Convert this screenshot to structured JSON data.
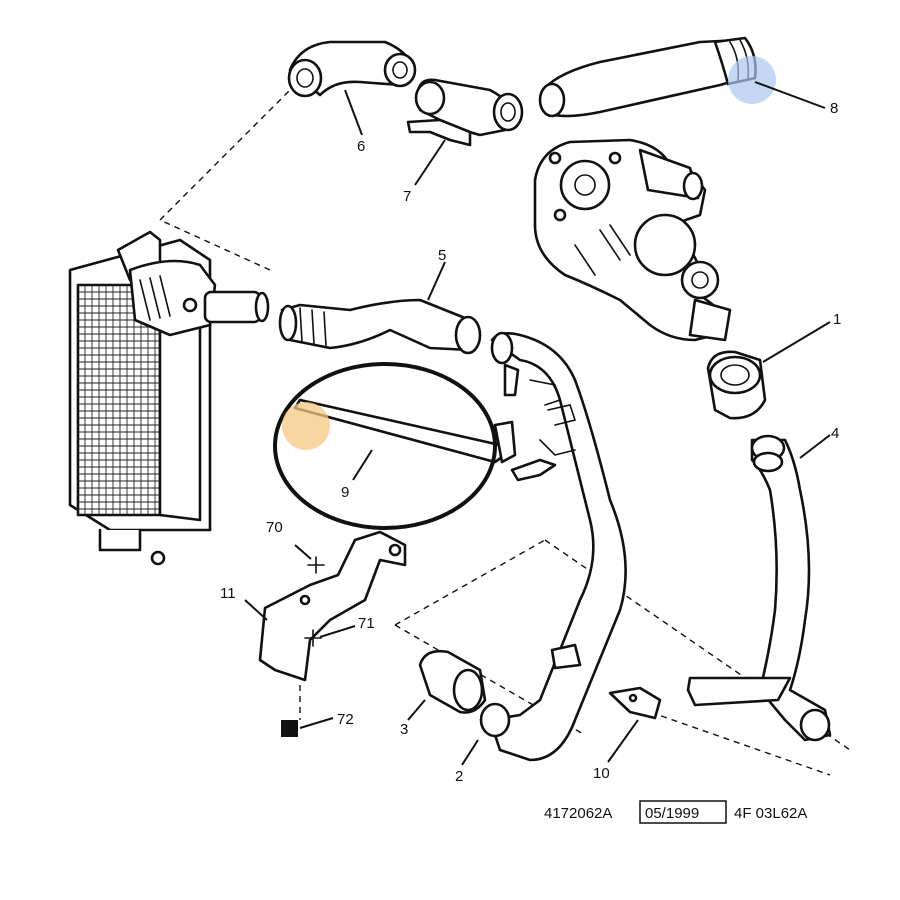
{
  "callouts": {
    "c1": "1",
    "c2": "2",
    "c3": "3",
    "c4": "4",
    "c5": "5",
    "c6": "6",
    "c7": "7",
    "c8": "8",
    "c9": "9",
    "c10": "10",
    "c11": "11",
    "c70": "70",
    "c71": "71",
    "c72": "72"
  },
  "reference": {
    "part_code": "4172062A",
    "date": "05/1999",
    "catalog_code": "4F 03L62A"
  },
  "colors": {
    "orange_marker": "#f5c882",
    "blue_marker": "#a9c6ee"
  }
}
